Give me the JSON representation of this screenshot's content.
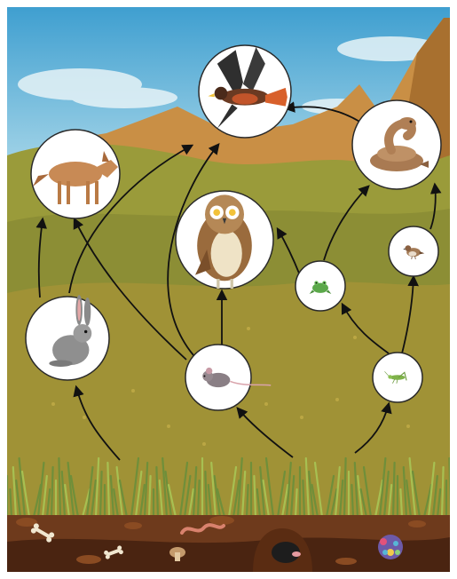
{
  "colors": {
    "sky_top": "#3f9fd0",
    "sky_bottom": "#bfe3ee",
    "mountain": "#c98f45",
    "mountain_dark": "#a8702f",
    "hill_back": "#9a9b3a",
    "hill_mid": "#8c8e35",
    "hill_front": "#a09236",
    "grass": "#6f8f3a",
    "grass_light": "#a7c052",
    "soil": "#6e3a1c",
    "soil_dark": "#4a2411",
    "arrow": "#111111",
    "circle_fill": "#ffffff",
    "circle_stroke": "#2a2a2a"
  },
  "organisms": [
    {
      "id": "hawk",
      "icon": "hawk-icon"
    },
    {
      "id": "coyote",
      "icon": "coyote-icon"
    },
    {
      "id": "owl",
      "icon": "owl-icon"
    },
    {
      "id": "rattlesnake",
      "icon": "rattlesnake-icon"
    },
    {
      "id": "frog",
      "icon": "frog-icon"
    },
    {
      "id": "sparrow",
      "icon": "sparrow-icon"
    },
    {
      "id": "jackrabbit",
      "icon": "jackrabbit-icon"
    },
    {
      "id": "mouse",
      "icon": "mouse-icon"
    },
    {
      "id": "grasshopper",
      "icon": "grasshopper-icon"
    }
  ],
  "links": [
    {
      "from": "jackrabbit",
      "to": "coyote"
    },
    {
      "from": "jackrabbit",
      "to": "hawk"
    },
    {
      "from": "mouse",
      "to": "coyote"
    },
    {
      "from": "mouse",
      "to": "hawk"
    },
    {
      "from": "mouse",
      "to": "owl"
    },
    {
      "from": "frog",
      "to": "owl"
    },
    {
      "from": "frog",
      "to": "rattlesnake"
    },
    {
      "from": "sparrow",
      "to": "rattlesnake"
    },
    {
      "from": "rattlesnake",
      "to": "hawk"
    },
    {
      "from": "grasshopper",
      "to": "frog"
    },
    {
      "from": "grasshopper",
      "to": "sparrow"
    },
    {
      "from": "grass",
      "to": "jackrabbit"
    },
    {
      "from": "grass",
      "to": "mouse"
    },
    {
      "from": "grass",
      "to": "grasshopper"
    }
  ],
  "decomposers": [
    {
      "id": "bone",
      "icon": "bone-icon"
    },
    {
      "id": "worm",
      "icon": "earthworm-icon"
    },
    {
      "id": "mushroom",
      "icon": "mushroom-icon"
    },
    {
      "id": "mole",
      "icon": "mole-icon"
    },
    {
      "id": "bacteria",
      "icon": "bacteria-icon"
    }
  ]
}
